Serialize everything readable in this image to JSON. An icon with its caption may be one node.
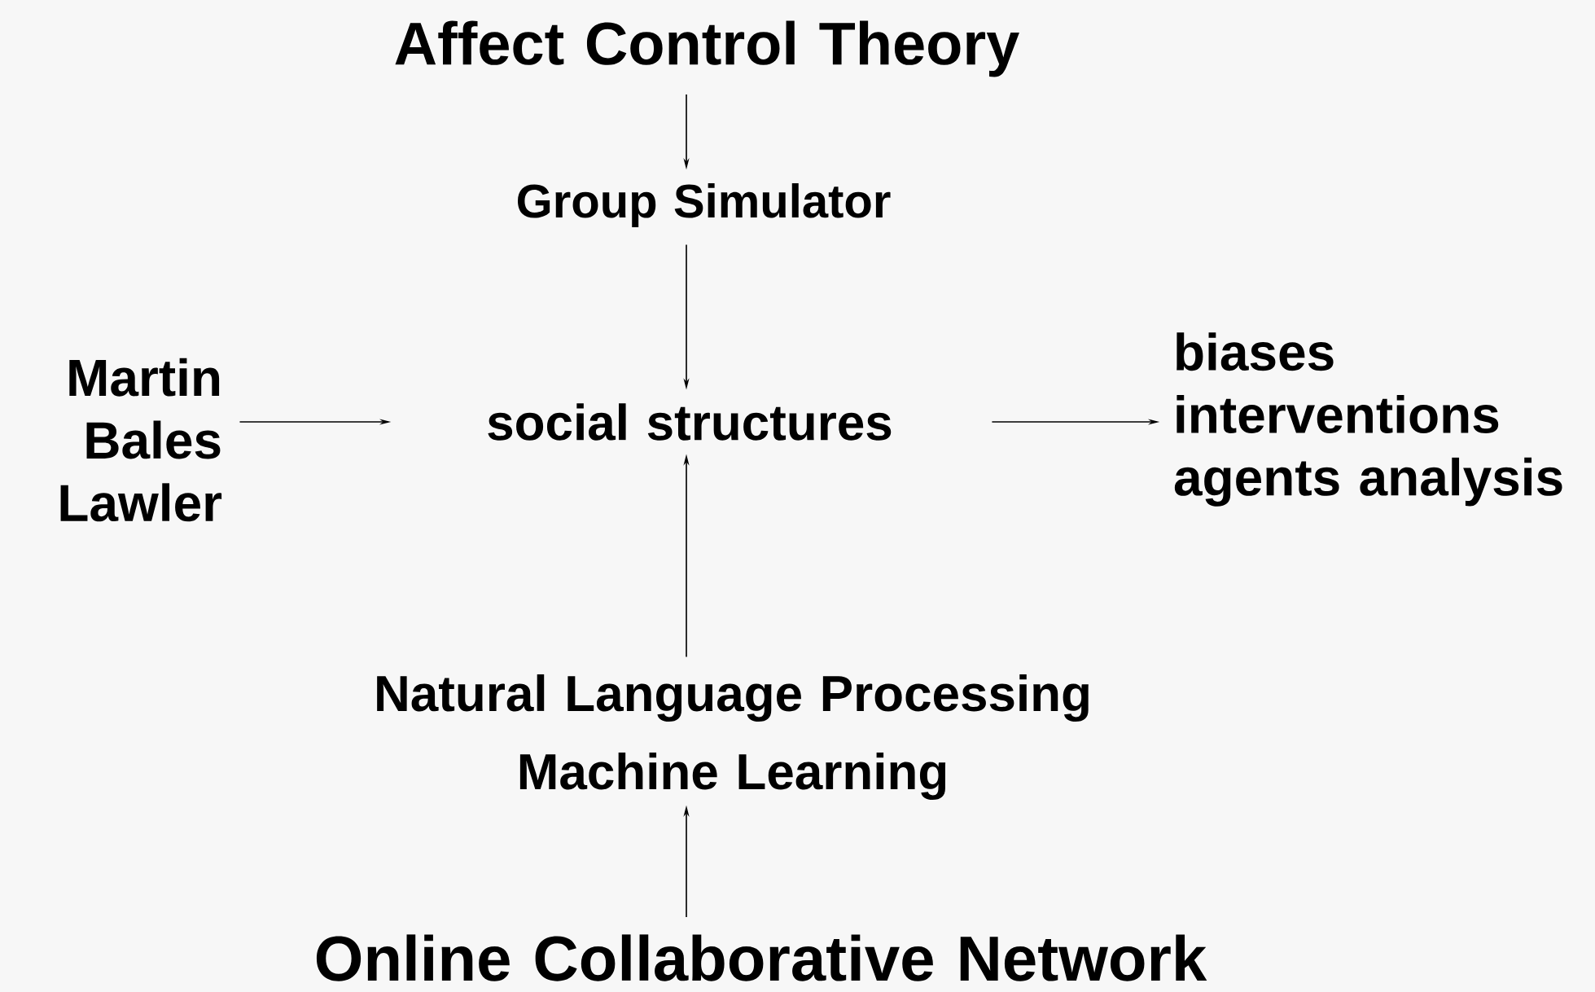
{
  "diagram": {
    "nodes": [
      {
        "text": [
          "Affect Control Theory"
        ]
      },
      {
        "text": [
          "Group Simulator"
        ]
      },
      {
        "text": [
          "social structures"
        ]
      },
      {
        "text": [
          "Martin Bales Lawler"
        ]
      },
      {
        "text": [
          "biases interventions agents analysis"
        ]
      },
      {
        "text": [
          "Natural Language Processing",
          "Machine Learning"
        ]
      },
      {
        "text": [
          "Online Collaborative Network"
        ]
      }
    ],
    "edges": [
      {
        "from": 0,
        "to": 1,
        "arrow": "to"
      },
      {
        "from": 1,
        "to": 2,
        "arrow": "to"
      },
      {
        "from": 3,
        "to": 2,
        "arrow": "to"
      },
      {
        "from": 2,
        "to": 4,
        "arrow": "to"
      },
      {
        "from": 5,
        "to": 2,
        "arrow": "to"
      },
      {
        "from": 6,
        "to": 5,
        "arrow": "to"
      }
    ]
  }
}
